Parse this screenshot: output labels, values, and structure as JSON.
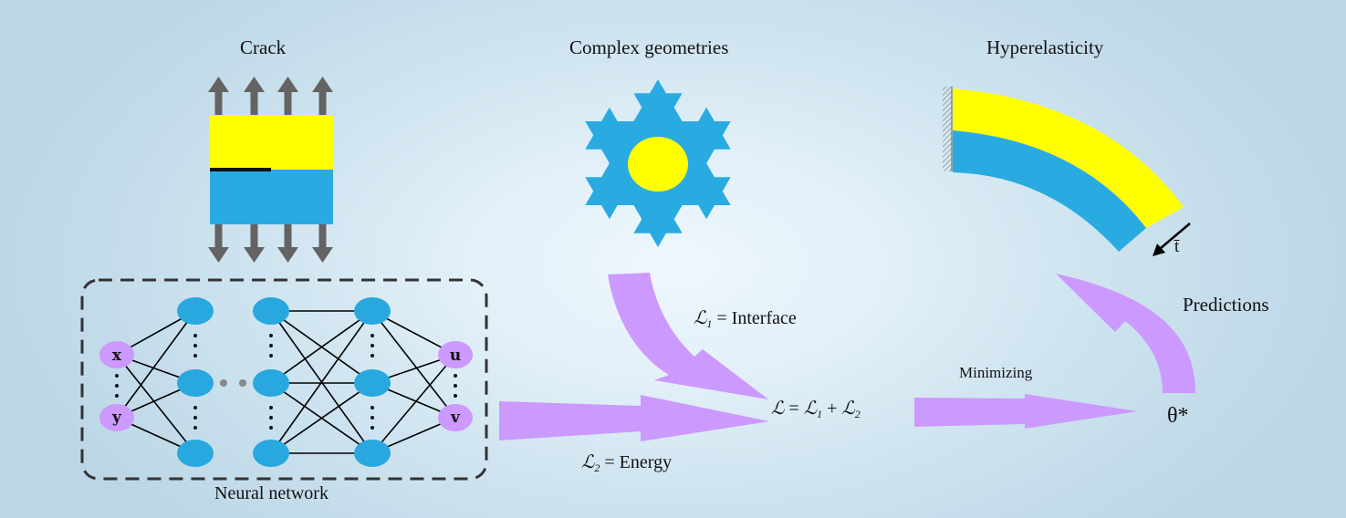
{
  "panels": {
    "crack": "Crack",
    "complex_geometries": "Complex geometries",
    "hyperelasticity": "Hyperelasticity"
  },
  "network": {
    "caption": "Neural network",
    "inputs": [
      "x",
      "y"
    ],
    "outputs": [
      "u",
      "v"
    ]
  },
  "traction_label": "t̄",
  "loss": {
    "symbol": "ℒ",
    "l1_sub": "1",
    "l2_sub": "2",
    "l1_term": "= Interface",
    "l2_term": "= Energy",
    "total_eq": "=",
    "plus": "+"
  },
  "minimizing": "Minimizing",
  "optimum": "θ*",
  "predictions": "Predictions",
  "colors": {
    "yellow": "#ffff00",
    "blue": "#29abe2",
    "neuron_blue": "#29a8e0",
    "io_purple": "#cc99ff",
    "arrow_purple": "#cc99ff",
    "load_arrow": "#636363"
  }
}
